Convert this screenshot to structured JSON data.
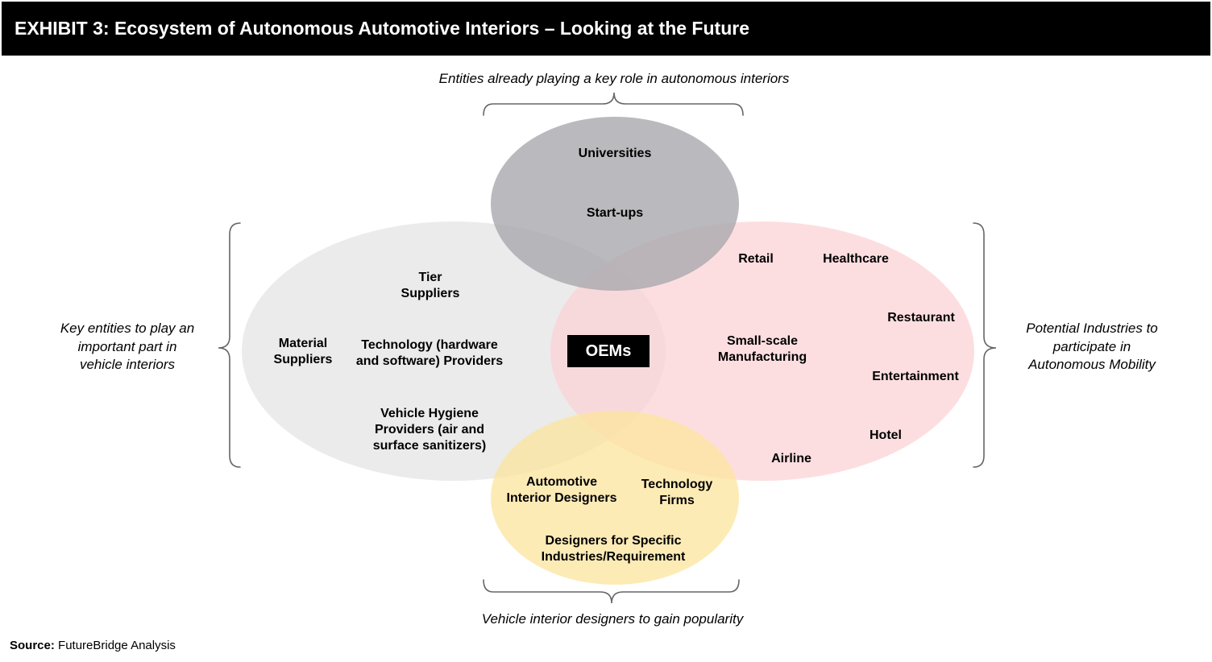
{
  "title": "EXHIBIT 3: Ecosystem of Autonomous Automotive Interiors – Looking at the Future",
  "colors": {
    "title_bar": "#000000",
    "circle_top": "#a9a8ad",
    "circle_left": "#e3e3e3",
    "circle_right": "#fcd3d6",
    "circle_bottom": "#fce49d",
    "bracket": "#666666"
  },
  "captions": {
    "top": "Entities already playing a key role in autonomous interiors",
    "left": [
      "Key entities to play an",
      "important part in",
      "vehicle interiors"
    ],
    "right": [
      "Potential Industries to",
      "participate in",
      "Autonomous Mobility"
    ],
    "bottom": "Vehicle interior designers to gain popularity"
  },
  "center": "OEMs",
  "top_circle": [
    "Universities",
    "Start-ups"
  ],
  "left_circle": {
    "tier": [
      "Tier",
      "Suppliers"
    ],
    "material": [
      "Material",
      "Suppliers"
    ],
    "technology": [
      "Technology (hardware",
      "and software) Providers"
    ],
    "hygiene": [
      "Vehicle Hygiene",
      "Providers (air and",
      "surface sanitizers)"
    ]
  },
  "right_circle": {
    "retail": "Retail",
    "healthcare": "Healthcare",
    "restaurant": "Restaurant",
    "manufacturing": [
      "Small-scale",
      "Manufacturing"
    ],
    "entertainment": "Entertainment",
    "hotel": "Hotel",
    "airline": "Airline"
  },
  "bottom_circle": {
    "interior_designers": [
      "Automotive",
      "Interior Designers"
    ],
    "tech_firms": [
      "Technology",
      "Firms"
    ],
    "specific_designers": [
      "Designers for Specific",
      "Industries/Requirement"
    ]
  },
  "source": {
    "label": "Source:",
    "text": "FutureBridge Analysis"
  }
}
